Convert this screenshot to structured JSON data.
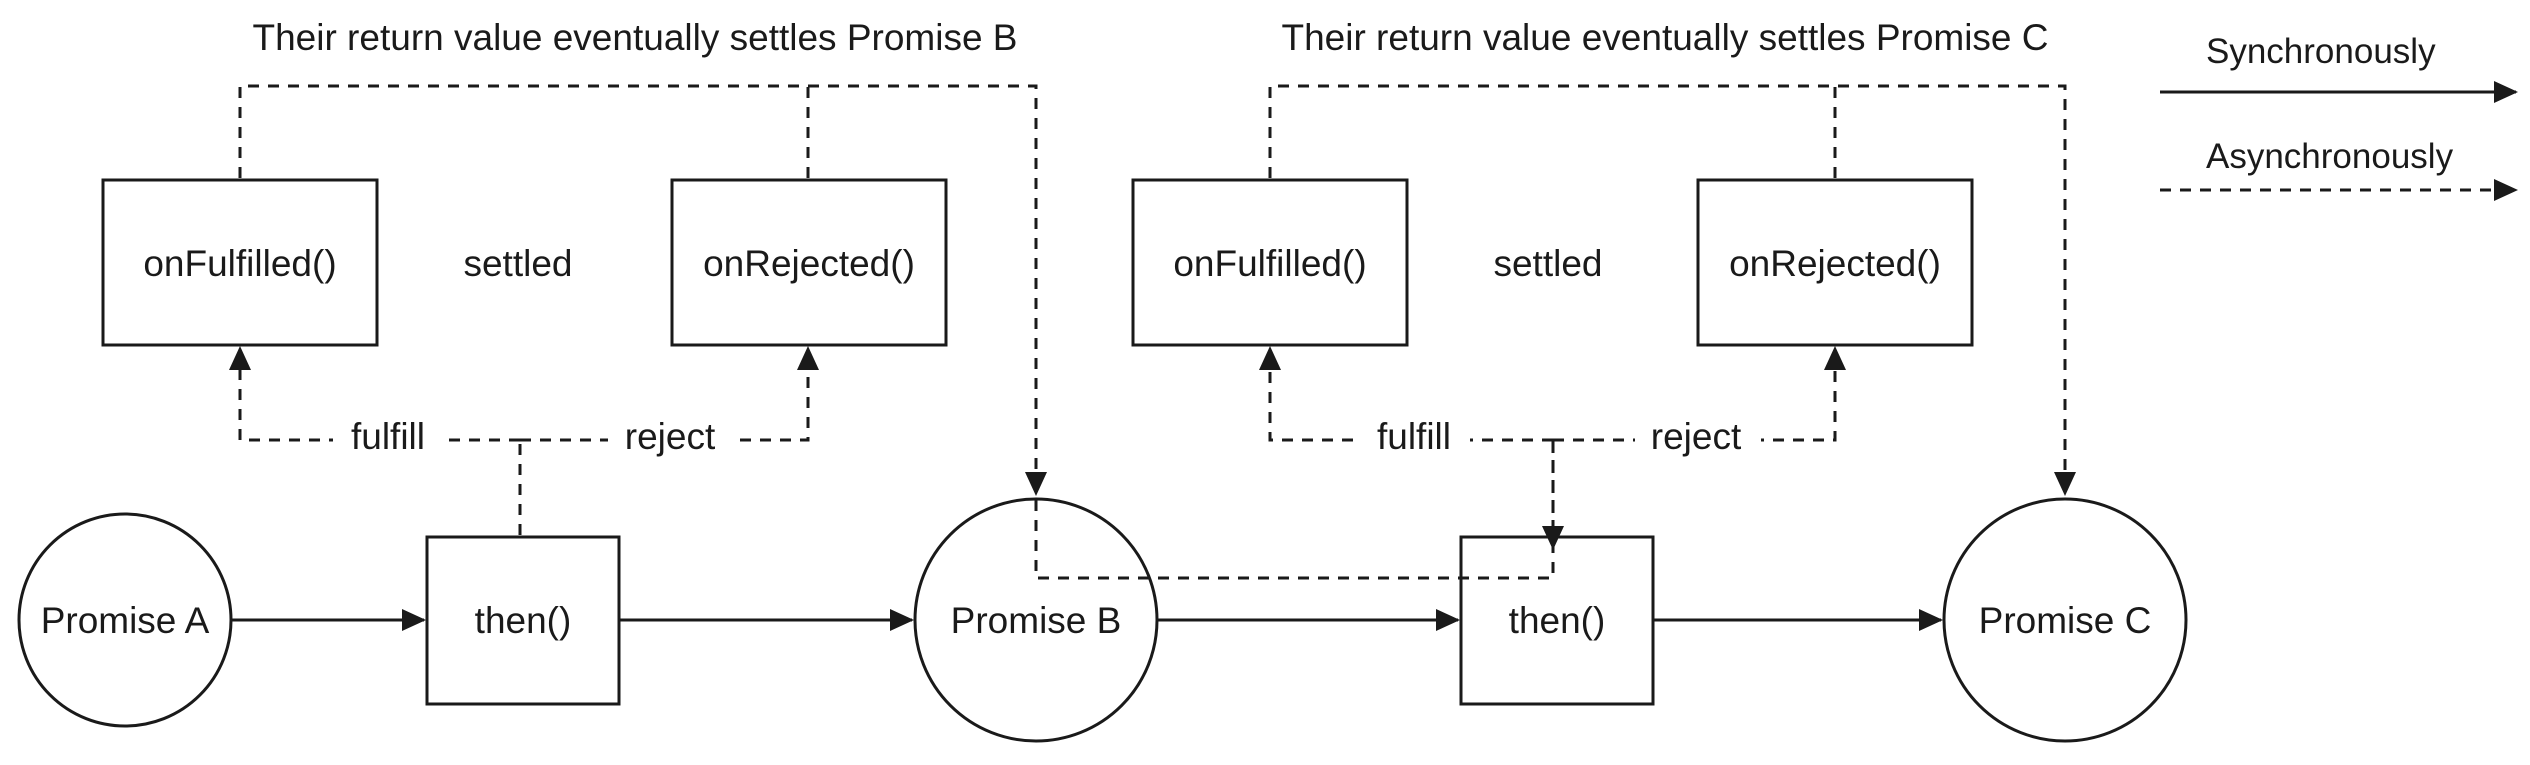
{
  "headers": {
    "settles_b": "Their return value eventually settles Promise B",
    "settles_c": "Their return value eventually settles Promise C"
  },
  "legend": {
    "sync": "Synchronously",
    "async": "Asynchronously"
  },
  "nodes": {
    "promise_a": "Promise A",
    "promise_b": "Promise B",
    "promise_c": "Promise C",
    "then_1": "then()",
    "then_2": "then()",
    "on_fulfilled_1": "onFulfilled()",
    "on_rejected_1": "onRejected()",
    "on_fulfilled_2": "onFulfilled()",
    "on_rejected_2": "onRejected()"
  },
  "labels": {
    "settled_1": "settled",
    "settled_2": "settled",
    "fulfill_1": "fulfill",
    "reject_1": "reject",
    "fulfill_2": "fulfill",
    "reject_2": "reject"
  }
}
